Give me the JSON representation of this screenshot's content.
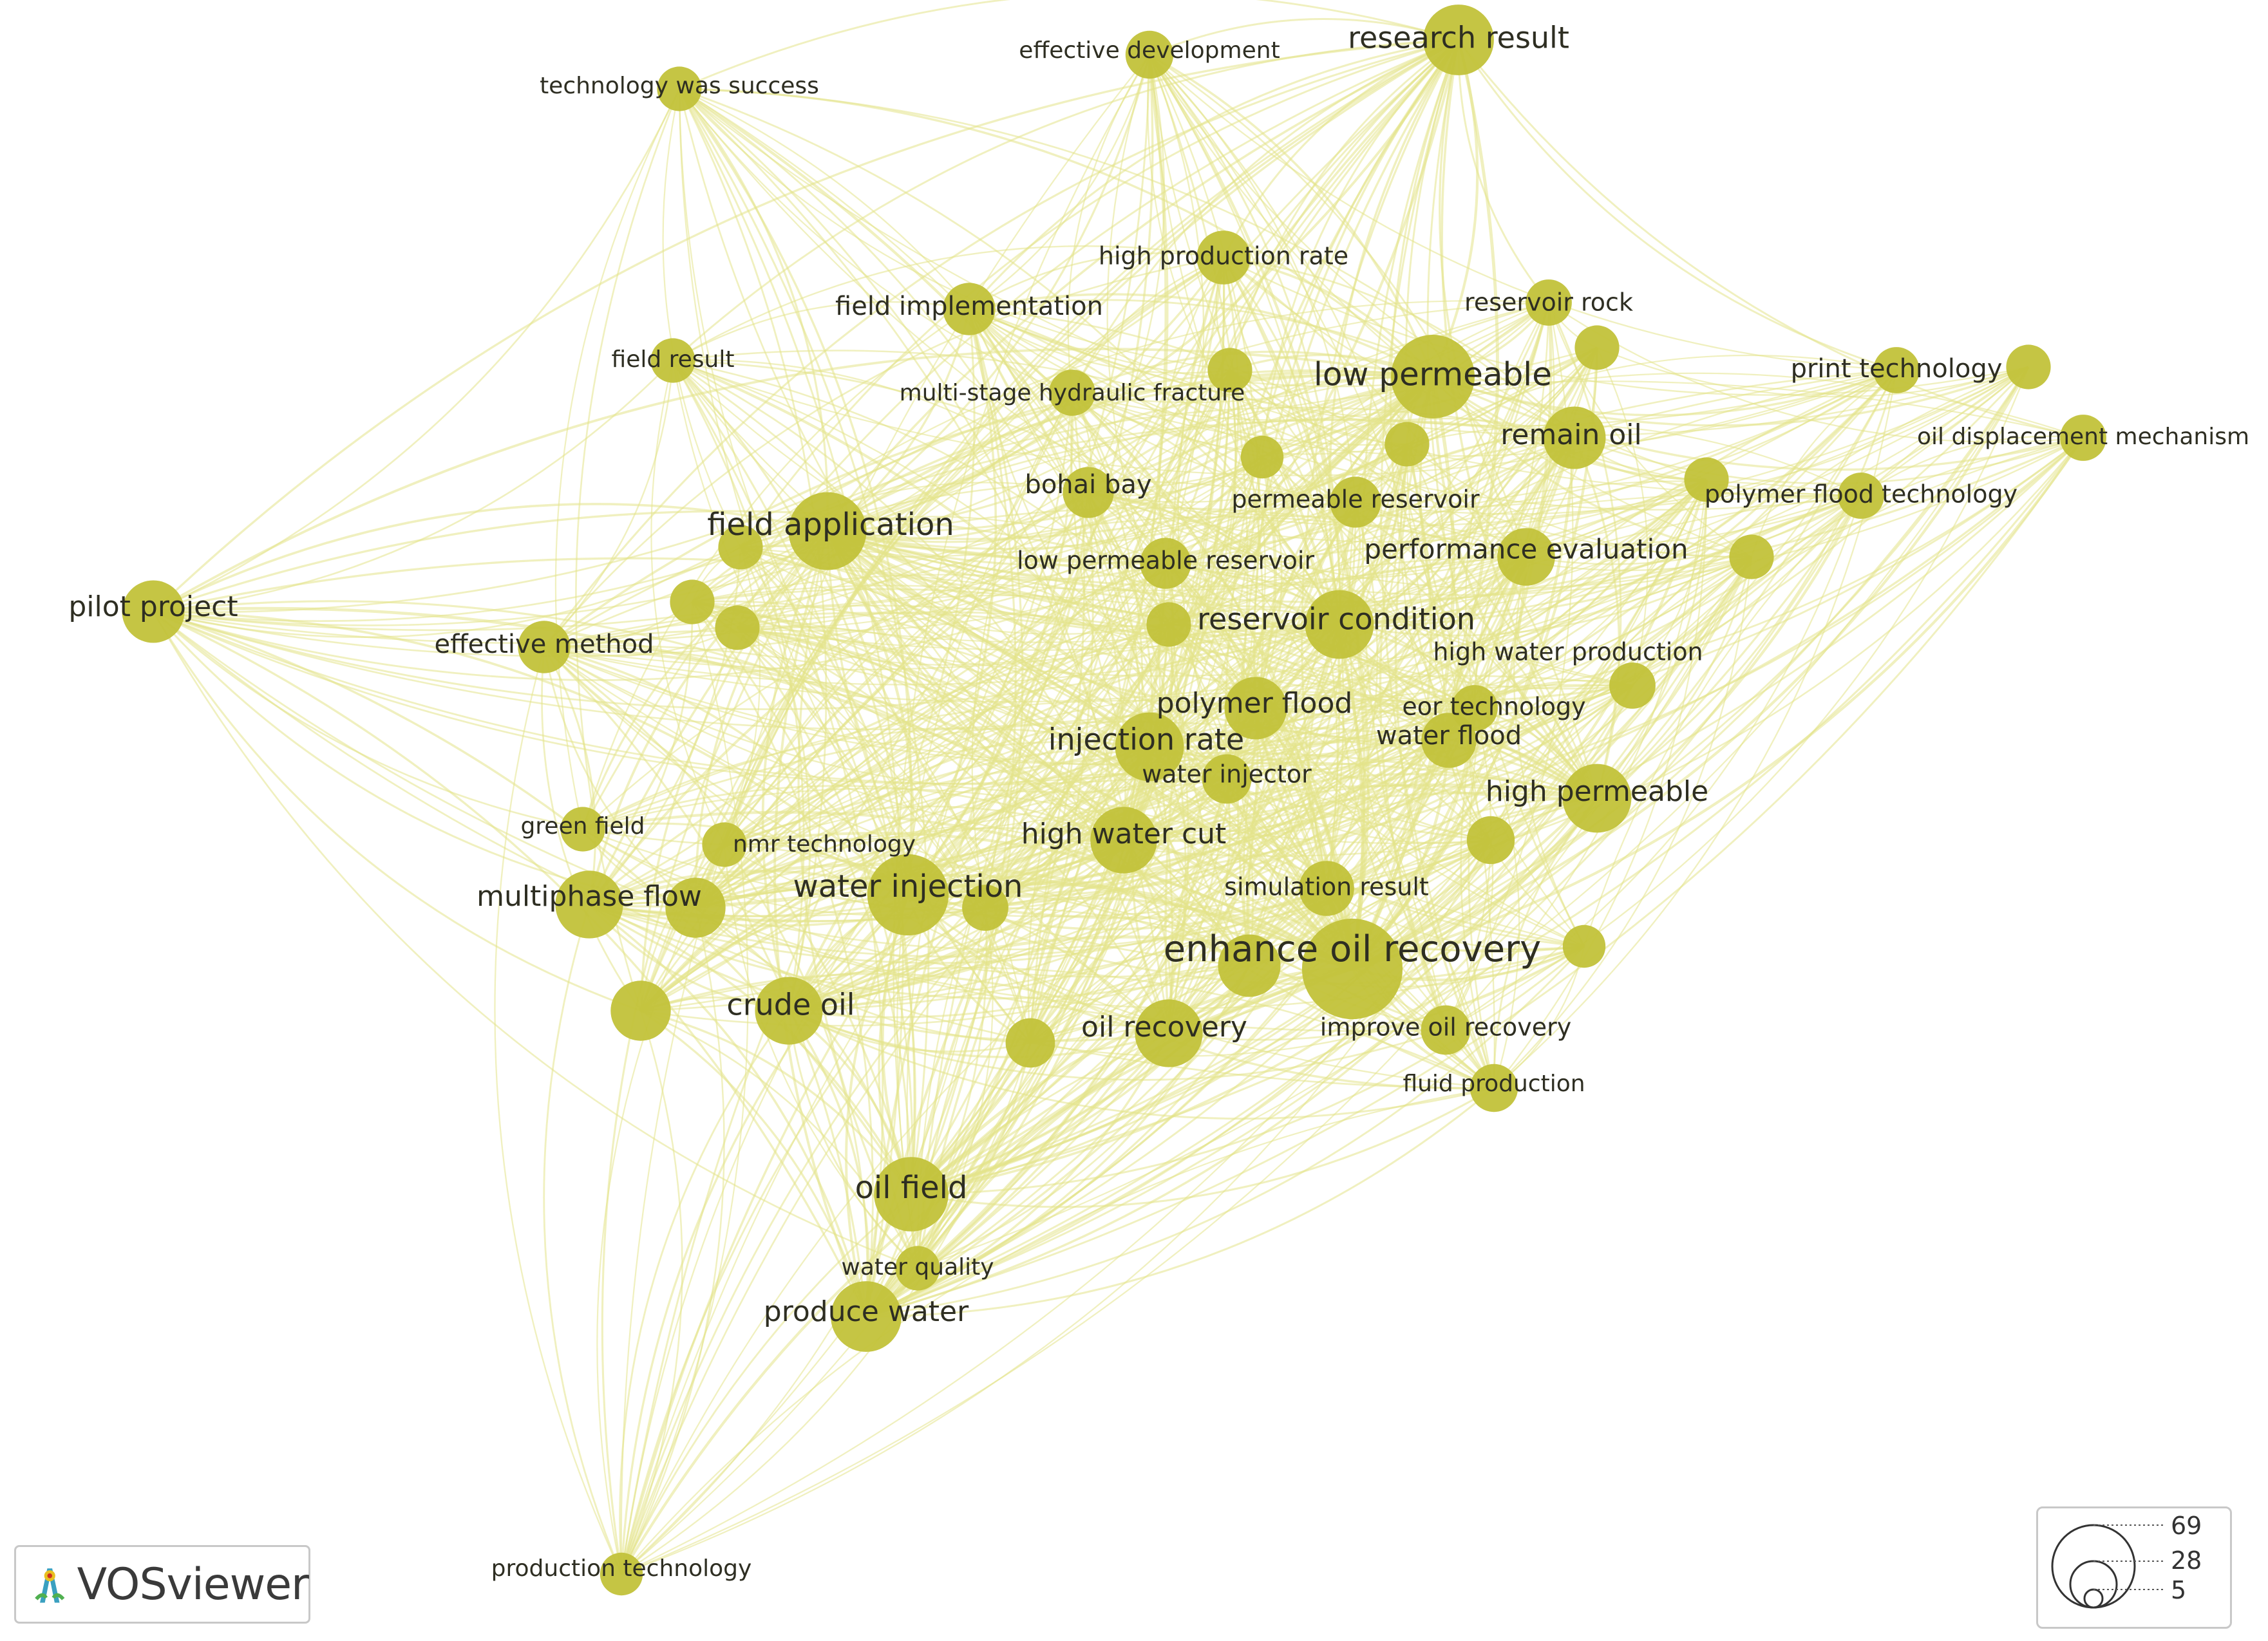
{
  "nodes": [
    {
      "id": "enhance_oil_recovery",
      "label": "enhance oil recovery",
      "weight": 69
    },
    {
      "id": "low_permeable",
      "label": "low permeable",
      "weight": 45
    },
    {
      "id": "water_injection",
      "label": "water injection",
      "weight": 42
    },
    {
      "id": "field_application",
      "label": "field application",
      "weight": 38
    },
    {
      "id": "oil_field",
      "label": "oil field",
      "weight": 34
    },
    {
      "id": "research_result",
      "label": "research result",
      "weight": 30
    },
    {
      "id": "produce_water",
      "label": "produce water",
      "weight": 30
    },
    {
      "id": "high_permeable",
      "label": "high permeable",
      "weight": 28
    },
    {
      "id": "reservoir_condition",
      "label": "reservoir condition",
      "weight": 28
    },
    {
      "id": "injection_rate",
      "label": "injection rate",
      "weight": 28
    },
    {
      "id": "multiphase_flow",
      "label": "multiphase flow",
      "weight": 27
    },
    {
      "id": "crude_oil",
      "label": "crude oil",
      "weight": 27
    },
    {
      "id": "oil_recovery",
      "label": "oil recovery",
      "weight": 27
    },
    {
      "id": "high_water_cut",
      "label": "high water cut",
      "weight": 26
    },
    {
      "id": "pilot_project",
      "label": "pilot project",
      "weight": 22
    },
    {
      "id": "polymer_flood",
      "label": "polymer flood",
      "weight": 22
    },
    {
      "id": "remain_oil",
      "label": "remain oil",
      "weight": 22
    },
    {
      "id": "performance_evaluation",
      "label": "performance evaluation",
      "weight": 18
    },
    {
      "id": "water_flood",
      "label": "water flood",
      "weight": 16
    },
    {
      "id": "simulation_result",
      "label": "simulation result",
      "weight": 16
    },
    {
      "id": "high_production_rate",
      "label": "high production rate",
      "weight": 15
    },
    {
      "id": "field_implementation",
      "label": "field implementation",
      "weight": 14
    },
    {
      "id": "effective_method",
      "label": "effective method",
      "weight": 14
    },
    {
      "id": "bohai_bay",
      "label": "bohai bay",
      "weight": 13
    },
    {
      "id": "permeable_reservoir",
      "label": "permeable reservoir",
      "weight": 13
    },
    {
      "id": "low_permeable_reservoir",
      "label": "low permeable reservoir",
      "weight": 13
    },
    {
      "id": "water_injector",
      "label": "water injector",
      "weight": 12
    },
    {
      "id": "improve_oil_recovery",
      "label": "improve oil recovery",
      "weight": 12
    },
    {
      "id": "fluid_production",
      "label": "fluid production",
      "weight": 11
    },
    {
      "id": "effective_development",
      "label": "effective development",
      "weight": 11
    },
    {
      "id": "technology_was_success",
      "label": "technology was success",
      "weight": 9
    },
    {
      "id": "field_result",
      "label": "field result",
      "weight": 9
    },
    {
      "id": "multi_stage_hydraulic_fracture",
      "label": "multi-stage hydraulic fracture",
      "weight": 10
    },
    {
      "id": "reservoir_rock",
      "label": "reservoir rock",
      "weight": 10
    },
    {
      "id": "print_technology",
      "label": "print technology",
      "weight": 10
    },
    {
      "id": "oil_displacement_mechanism",
      "label": "oil displacement mechanism",
      "weight": 10
    },
    {
      "id": "polymer_flood_technology",
      "label": "polymer flood technology",
      "weight": 10
    },
    {
      "id": "high_water_production",
      "label": "high water production",
      "weight": 10
    },
    {
      "id": "eor_technology",
      "label": "eor technology",
      "weight": 10
    },
    {
      "id": "green_field",
      "label": "green field",
      "weight": 9
    },
    {
      "id": "nmr_technology",
      "label": "nmr technology",
      "weight": 9
    },
    {
      "id": "water_quality",
      "label": "water quality",
      "weight": 9
    },
    {
      "id": "production_technology",
      "label": "production technology",
      "weight": 8
    },
    {
      "id": "u1",
      "label": "",
      "weight": 22
    },
    {
      "id": "u2",
      "label": "",
      "weight": 20
    },
    {
      "id": "u3",
      "label": "",
      "weight": 20
    },
    {
      "id": "u4",
      "label": "",
      "weight": 12
    },
    {
      "id": "u5",
      "label": "",
      "weight": 10
    },
    {
      "id": "u6",
      "label": "",
      "weight": 9
    },
    {
      "id": "u7",
      "label": "",
      "weight": 9
    },
    {
      "id": "u8",
      "label": "",
      "weight": 9
    },
    {
      "id": "u9",
      "label": "",
      "weight": 9
    },
    {
      "id": "u10",
      "label": "",
      "weight": 9
    },
    {
      "id": "u11",
      "label": "",
      "weight": 8
    },
    {
      "id": "u12",
      "label": "",
      "weight": 9
    },
    {
      "id": "u13",
      "label": "",
      "weight": 9
    },
    {
      "id": "u14",
      "label": "",
      "weight": 9
    },
    {
      "id": "u15",
      "label": "",
      "weight": 9
    },
    {
      "id": "u16",
      "label": "",
      "weight": 9
    },
    {
      "id": "u17",
      "label": "",
      "weight": 11
    },
    {
      "id": "u18",
      "label": "",
      "weight": 8
    }
  ],
  "brand": {
    "name": "VOSviewer"
  },
  "legend": {
    "values": [
      "69",
      "28",
      "5"
    ]
  },
  "colors": {
    "node": "#c2c23a",
    "edge": "#e4e48a",
    "label": "#2e2e22"
  }
}
